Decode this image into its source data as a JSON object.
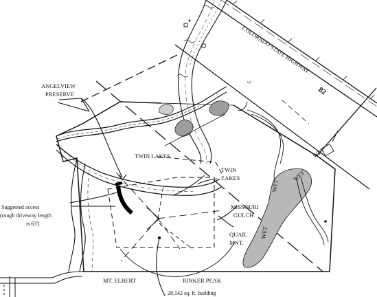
{
  "labels": {
    "preserve_line1": "ANGELVIEW",
    "preserve_line2": "PRESERVE",
    "highway": "COLORADO STATE HIGHWAY",
    "highway_number": "82",
    "twin_lakes_left": "TWIN LAKES",
    "twin_lakes_right_line1": "TWIN",
    "twin_lakes_right_line2": "LAKES",
    "missouri_line1": "MISSOURI",
    "missouri_line2": "GULCH",
    "quail_line1": "QUAIL",
    "quail_line2": "MNT.",
    "mt_elbert": "MT. ELBERT",
    "rinker_peak": "RINKER PEAK",
    "wet_1": "WET",
    "wet_2": "WET",
    "wet_3": "WET",
    "wet_4": "WET",
    "access_line1": "Suggested access",
    "access_line2": "(rough driveway length",
    "access_line3": "is 63')",
    "building": "28,142 sq. ft. building",
    "lot_marker": "3"
  },
  "colors": {
    "ink": "#111111",
    "wetland": "#b8b8b8",
    "pond": "#9e9e9e",
    "access": "#000000",
    "paper": "#ffffff"
  }
}
